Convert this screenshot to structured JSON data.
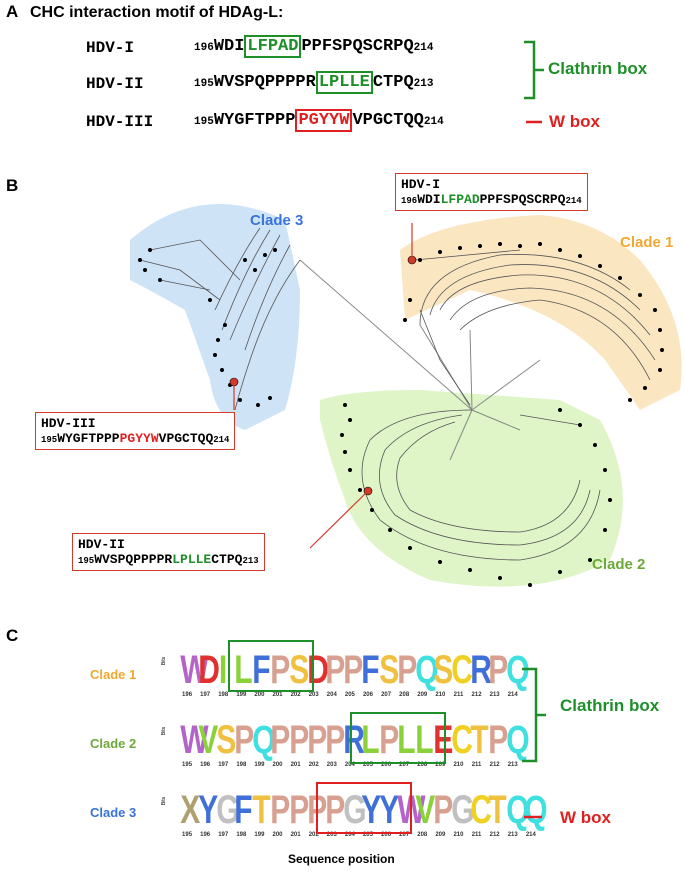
{
  "panel_a": {
    "label": "A",
    "title": "CHC interaction motif of HDAg-L:",
    "rows": [
      {
        "name": "HDV-I",
        "start": "196",
        "pre": "WDI",
        "motif": "LFPAD",
        "post": "PPFSPQSCRPQ",
        "end": "214",
        "box_color": "green"
      },
      {
        "name": "HDV-II",
        "start": "195",
        "pre": "WVSPQPPPPR",
        "motif": "LPLLE",
        "post": "CTPQ",
        "end": "213",
        "box_color": "green"
      },
      {
        "name": "HDV-III",
        "start": "195",
        "pre": "WYGFTPPP",
        "motif": "PGYYW",
        "post": "VPGCTQQ",
        "end": "214",
        "box_color": "red"
      }
    ],
    "clathrin_label": "Clathrin box",
    "wbox_label": "W box"
  },
  "panel_b": {
    "label": "B",
    "clades": [
      "Clade 3",
      "Clade 1",
      "Clade 2"
    ],
    "colors": {
      "clade1": "#fbe6c2",
      "clade2": "#dff5c8",
      "clade3": "#cfe3f7",
      "clade1_text": "#f0a830",
      "clade2_text": "#6fa83a",
      "clade3_text": "#3a74d8"
    },
    "callouts": [
      {
        "name": "HDV-I",
        "start": "196",
        "pre": "WDI",
        "motif": "LFPAD",
        "post": "PPFSPQSCRPQ",
        "end": "214",
        "motif_color": "green"
      },
      {
        "name": "HDV-III",
        "start": "195",
        "pre": "WYGFTPPP",
        "motif": "PGYYW",
        "post": "VPGCTQQ",
        "end": "214",
        "motif_color": "red"
      },
      {
        "name": "HDV-II",
        "start": "195",
        "pre": "WVSPQPPPPR",
        "motif": "LPLLE",
        "post": "CTPQ",
        "end": "213",
        "motif_color": "green"
      }
    ]
  },
  "panel_c": {
    "label": "C",
    "xlabel": "Sequence position",
    "ylabel": "Bits",
    "clathrin_label": "Clathrin box",
    "wbox_label": "W box",
    "logos": [
      {
        "clade": "Clade 1",
        "positions": [
          "196",
          "197",
          "198",
          "199",
          "200",
          "201",
          "202",
          "203",
          "204",
          "205",
          "206",
          "207",
          "208",
          "209",
          "210",
          "211",
          "212",
          "213",
          "214"
        ],
        "letters": [
          "W",
          "D",
          "I",
          "L",
          "F",
          "P",
          "S",
          "D",
          "P",
          "P",
          "F",
          "S",
          "P",
          "Q",
          "S",
          "C",
          "R",
          "P",
          "Q"
        ]
      },
      {
        "clade": "Clade 2",
        "positions": [
          "195",
          "196",
          "197",
          "198",
          "199",
          "200",
          "201",
          "202",
          "203",
          "204",
          "205",
          "206",
          "207",
          "208",
          "209",
          "210",
          "211",
          "212",
          "213"
        ],
        "letters": [
          "W",
          "V",
          "S",
          "P",
          "Q",
          "P",
          "P",
          "P",
          "P",
          "R",
          "L",
          "P",
          "L",
          "L",
          "E",
          "C",
          "T",
          "P",
          "Q"
        ]
      },
      {
        "clade": "Clade 3",
        "positions": [
          "195",
          "196",
          "197",
          "198",
          "199",
          "200",
          "201",
          "202",
          "203",
          "204",
          "205",
          "206",
          "207",
          "208",
          "209",
          "210",
          "211",
          "212",
          "213",
          "214"
        ],
        "letters": [
          "X",
          "Y",
          "G",
          "F",
          "T",
          "P",
          "P",
          "P",
          "P",
          "G",
          "Y",
          "Y",
          "W",
          "V",
          "P",
          "G",
          "C",
          "T",
          "Q",
          "Q"
        ]
      }
    ]
  }
}
